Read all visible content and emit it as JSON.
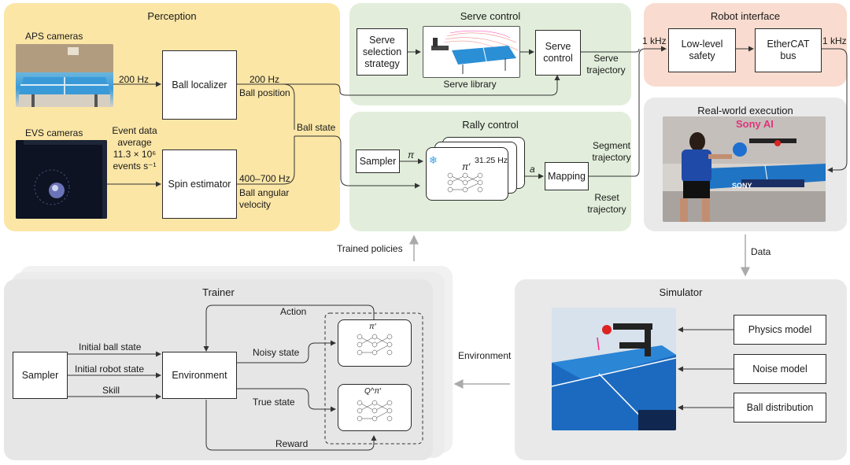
{
  "perception": {
    "title": "Perception",
    "aps_cameras": "APS cameras",
    "evs_cameras": "EVS cameras",
    "hz_200": "200 Hz",
    "ball_localizer": "Ball localizer",
    "hz_200_b": "200 Hz",
    "ball_position": "Ball position",
    "event_data": "Event data\naverage\n11.3 × 10⁶\nevents s⁻¹",
    "spin_estimator": "Spin estimator",
    "hz_400_700": "400–700 Hz",
    "ball_angular_velocity": "Ball angular\nvelocity",
    "ball_state": "Ball state"
  },
  "serve_control": {
    "title": "Serve control",
    "selection_strategy": "Serve\nselection\nstrategy",
    "serve_library": "Serve library",
    "serve_control_box": "Serve\ncontrol",
    "serve_trajectory": "Serve\ntrajectory"
  },
  "rally_control": {
    "title": "Rally control",
    "sampler": "Sampler",
    "pi": "π",
    "pi_prime": "π′",
    "freq": "31.25 Hz",
    "a": "a",
    "mapping": "Mapping",
    "segment_trajectory": "Segment\ntrajectory",
    "reset_trajectory": "Reset\ntrajectory",
    "snowflake": "❄"
  },
  "robot_interface": {
    "title": "Robot interface",
    "khz_in": "1 kHz",
    "low_level_safety": "Low-level\nsafety",
    "ethercat_bus": "EtherCAT\nbus",
    "khz_out": "1 kHz"
  },
  "real_world": {
    "title": "Real-world execution",
    "sony_ai": "Sony AI",
    "sony": "SONY"
  },
  "links": {
    "trained_policies": "Trained policies",
    "data": "Data",
    "environment": "Environment"
  },
  "trainer": {
    "title": "Trainer",
    "sampler": "Sampler",
    "initial_ball_state": "Initial ball state",
    "initial_robot_state": "Initial robot state",
    "skill": "Skill",
    "environment": "Environment",
    "action": "Action",
    "noisy_state": "Noisy state",
    "true_state": "True state",
    "reward": "Reward",
    "pi_prime": "π′",
    "q_pi_prime": "Q^π′"
  },
  "simulator": {
    "title": "Simulator",
    "physics_model": "Physics model",
    "noise_model": "Noise model",
    "ball_distribution": "Ball distribution"
  },
  "colors": {
    "perception_bg": "#fbe6a6",
    "control_bg": "#e2eedb",
    "robot_interface_bg": "#f9dccf",
    "gray_panel_bg": "#e9e9e9",
    "table_blue": "#2b8fd6"
  }
}
